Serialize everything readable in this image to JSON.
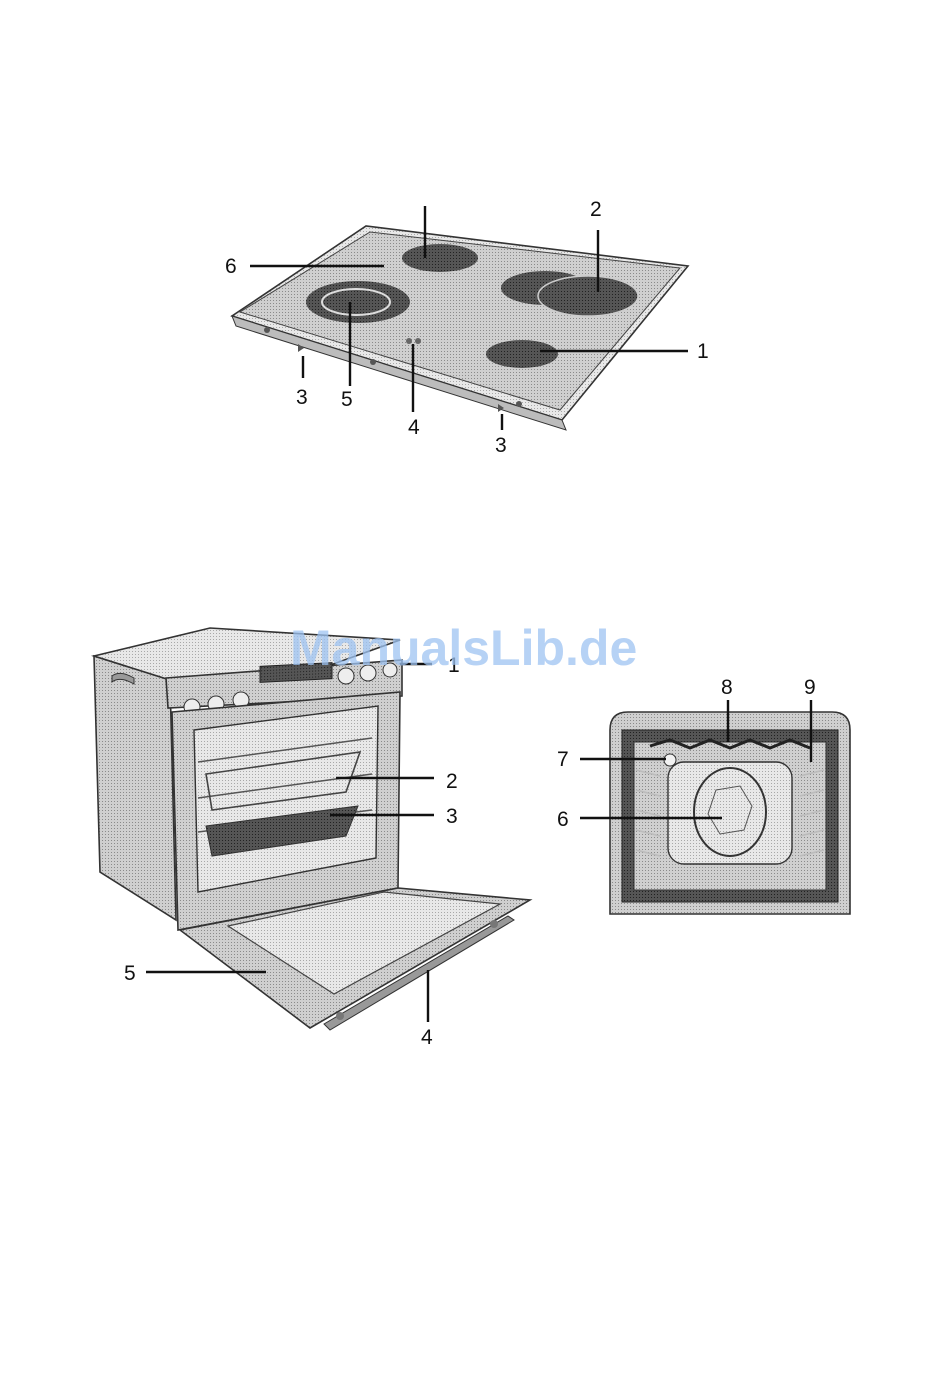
{
  "watermark": "ManualsLib.de",
  "hob": {
    "labels": [
      {
        "id": "label-1",
        "text": "1"
      },
      {
        "id": "label-2",
        "text": "2"
      },
      {
        "id": "label-3a",
        "text": "3"
      },
      {
        "id": "label-3b",
        "text": "3"
      },
      {
        "id": "label-4",
        "text": "4"
      },
      {
        "id": "label-5",
        "text": "5"
      },
      {
        "id": "label-6",
        "text": "6"
      }
    ]
  },
  "oven": {
    "labels": [
      {
        "id": "label-1",
        "text": "1"
      },
      {
        "id": "label-2",
        "text": "2"
      },
      {
        "id": "label-3",
        "text": "3"
      },
      {
        "id": "label-4",
        "text": "4"
      },
      {
        "id": "label-5",
        "text": "5"
      }
    ]
  },
  "interior": {
    "labels": [
      {
        "id": "label-6",
        "text": "6"
      },
      {
        "id": "label-7",
        "text": "7"
      },
      {
        "id": "label-8",
        "text": "8"
      },
      {
        "id": "label-9",
        "text": "9"
      }
    ]
  },
  "colors": {
    "body": "#c8c8c8",
    "dark": "#4a4a4a",
    "zone": "#3a3a3a",
    "light": "#e4e4e4"
  }
}
